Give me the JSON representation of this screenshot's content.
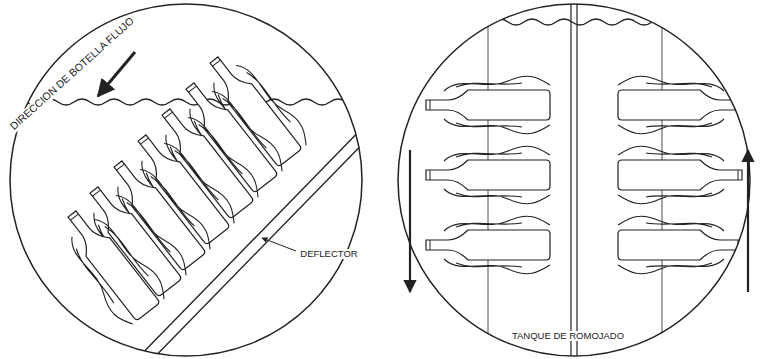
{
  "diagram": {
    "labels": [
      "DIRECCION DE BOTELLA FLUJO",
      "DEFLECTOR",
      "TANQUE DE ROMOJADO"
    ]
  }
}
